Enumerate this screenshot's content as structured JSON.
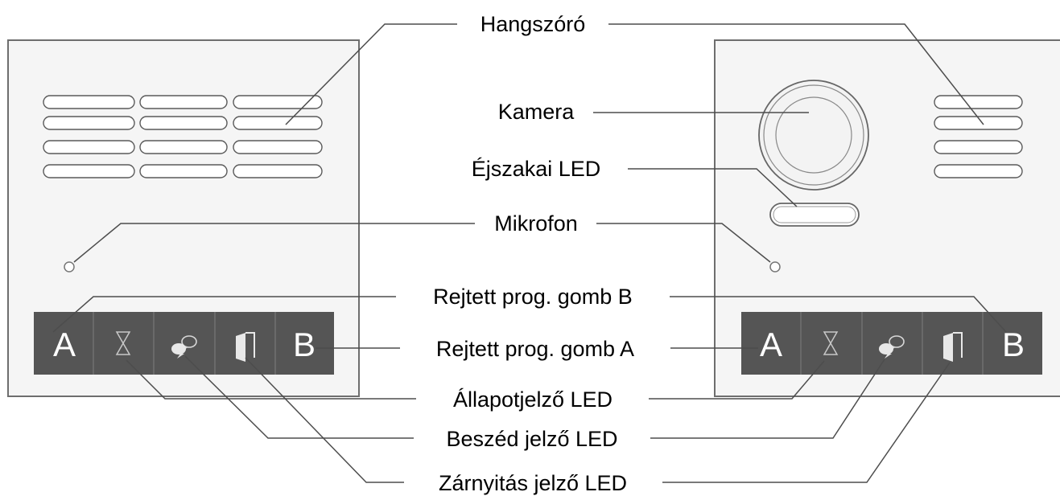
{
  "labels": {
    "speaker": "Hangszóró",
    "camera": "Kamera",
    "night_led": "Éjszakai LED",
    "microphone": "Mikrofon",
    "hidden_btn_b": "Rejtett prog. gomb B",
    "hidden_btn_a": "Rejtett prog. gomb A",
    "status_led": "Állapotjelző LED",
    "speech_led": "Beszéd jelző LED",
    "lock_led": "Zárnyitás jelző LED"
  },
  "keys": {
    "a": "A",
    "b": "B"
  },
  "icons": [
    "hourglass-icon",
    "speech-bubble-icon",
    "door-icon"
  ],
  "colors": {
    "panel": "#f5f5f5",
    "strip": "#555555",
    "leader": "#4d4d4d"
  }
}
